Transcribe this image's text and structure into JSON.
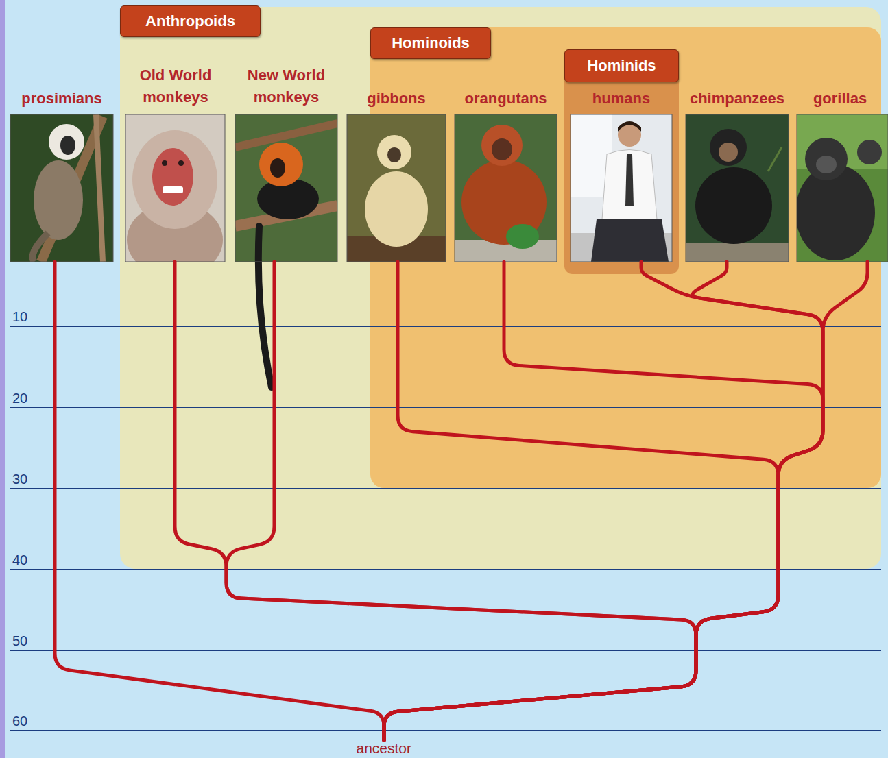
{
  "diagram": {
    "nodes": [
      {
        "text": [
          "Anthropoids"
        ]
      },
      {
        "text": [
          "Hominoids"
        ],
        "in": 0
      },
      {
        "text": [
          "Hominids"
        ],
        "in": 1
      },
      {
        "text": [
          "prosimians"
        ]
      },
      {
        "text": [
          "Old World monkeys"
        ],
        "in": 0
      },
      {
        "text": [
          "New World monkeys"
        ],
        "in": 0
      },
      {
        "text": [
          "gibbons"
        ],
        "in": 1
      },
      {
        "text": [
          "orangutans"
        ],
        "in": 1
      },
      {
        "text": [
          "humans"
        ],
        "in": 2
      },
      {
        "text": [
          "chimpanzees"
        ],
        "in": 1
      },
      {
        "text": [
          "gorillas"
        ],
        "in": 1
      },
      {
        "text": [
          "ancestor"
        ]
      }
    ],
    "edges": [
      {
        "from": 11,
        "to": 3,
        "arrow": "none"
      },
      {
        "from": 11,
        "to": 4,
        "arrow": "none"
      },
      {
        "from": 11,
        "to": 5,
        "arrow": "none"
      },
      {
        "from": 11,
        "to": 6,
        "arrow": "none"
      },
      {
        "from": 11,
        "to": 7,
        "arrow": "none"
      },
      {
        "from": 11,
        "to": 8,
        "arrow": "none"
      },
      {
        "from": 11,
        "to": 9,
        "arrow": "none"
      },
      {
        "from": 11,
        "to": 10,
        "arrow": "none"
      }
    ],
    "labels": [
      "10",
      "20",
      "30",
      "40",
      "50",
      "60"
    ]
  }
}
